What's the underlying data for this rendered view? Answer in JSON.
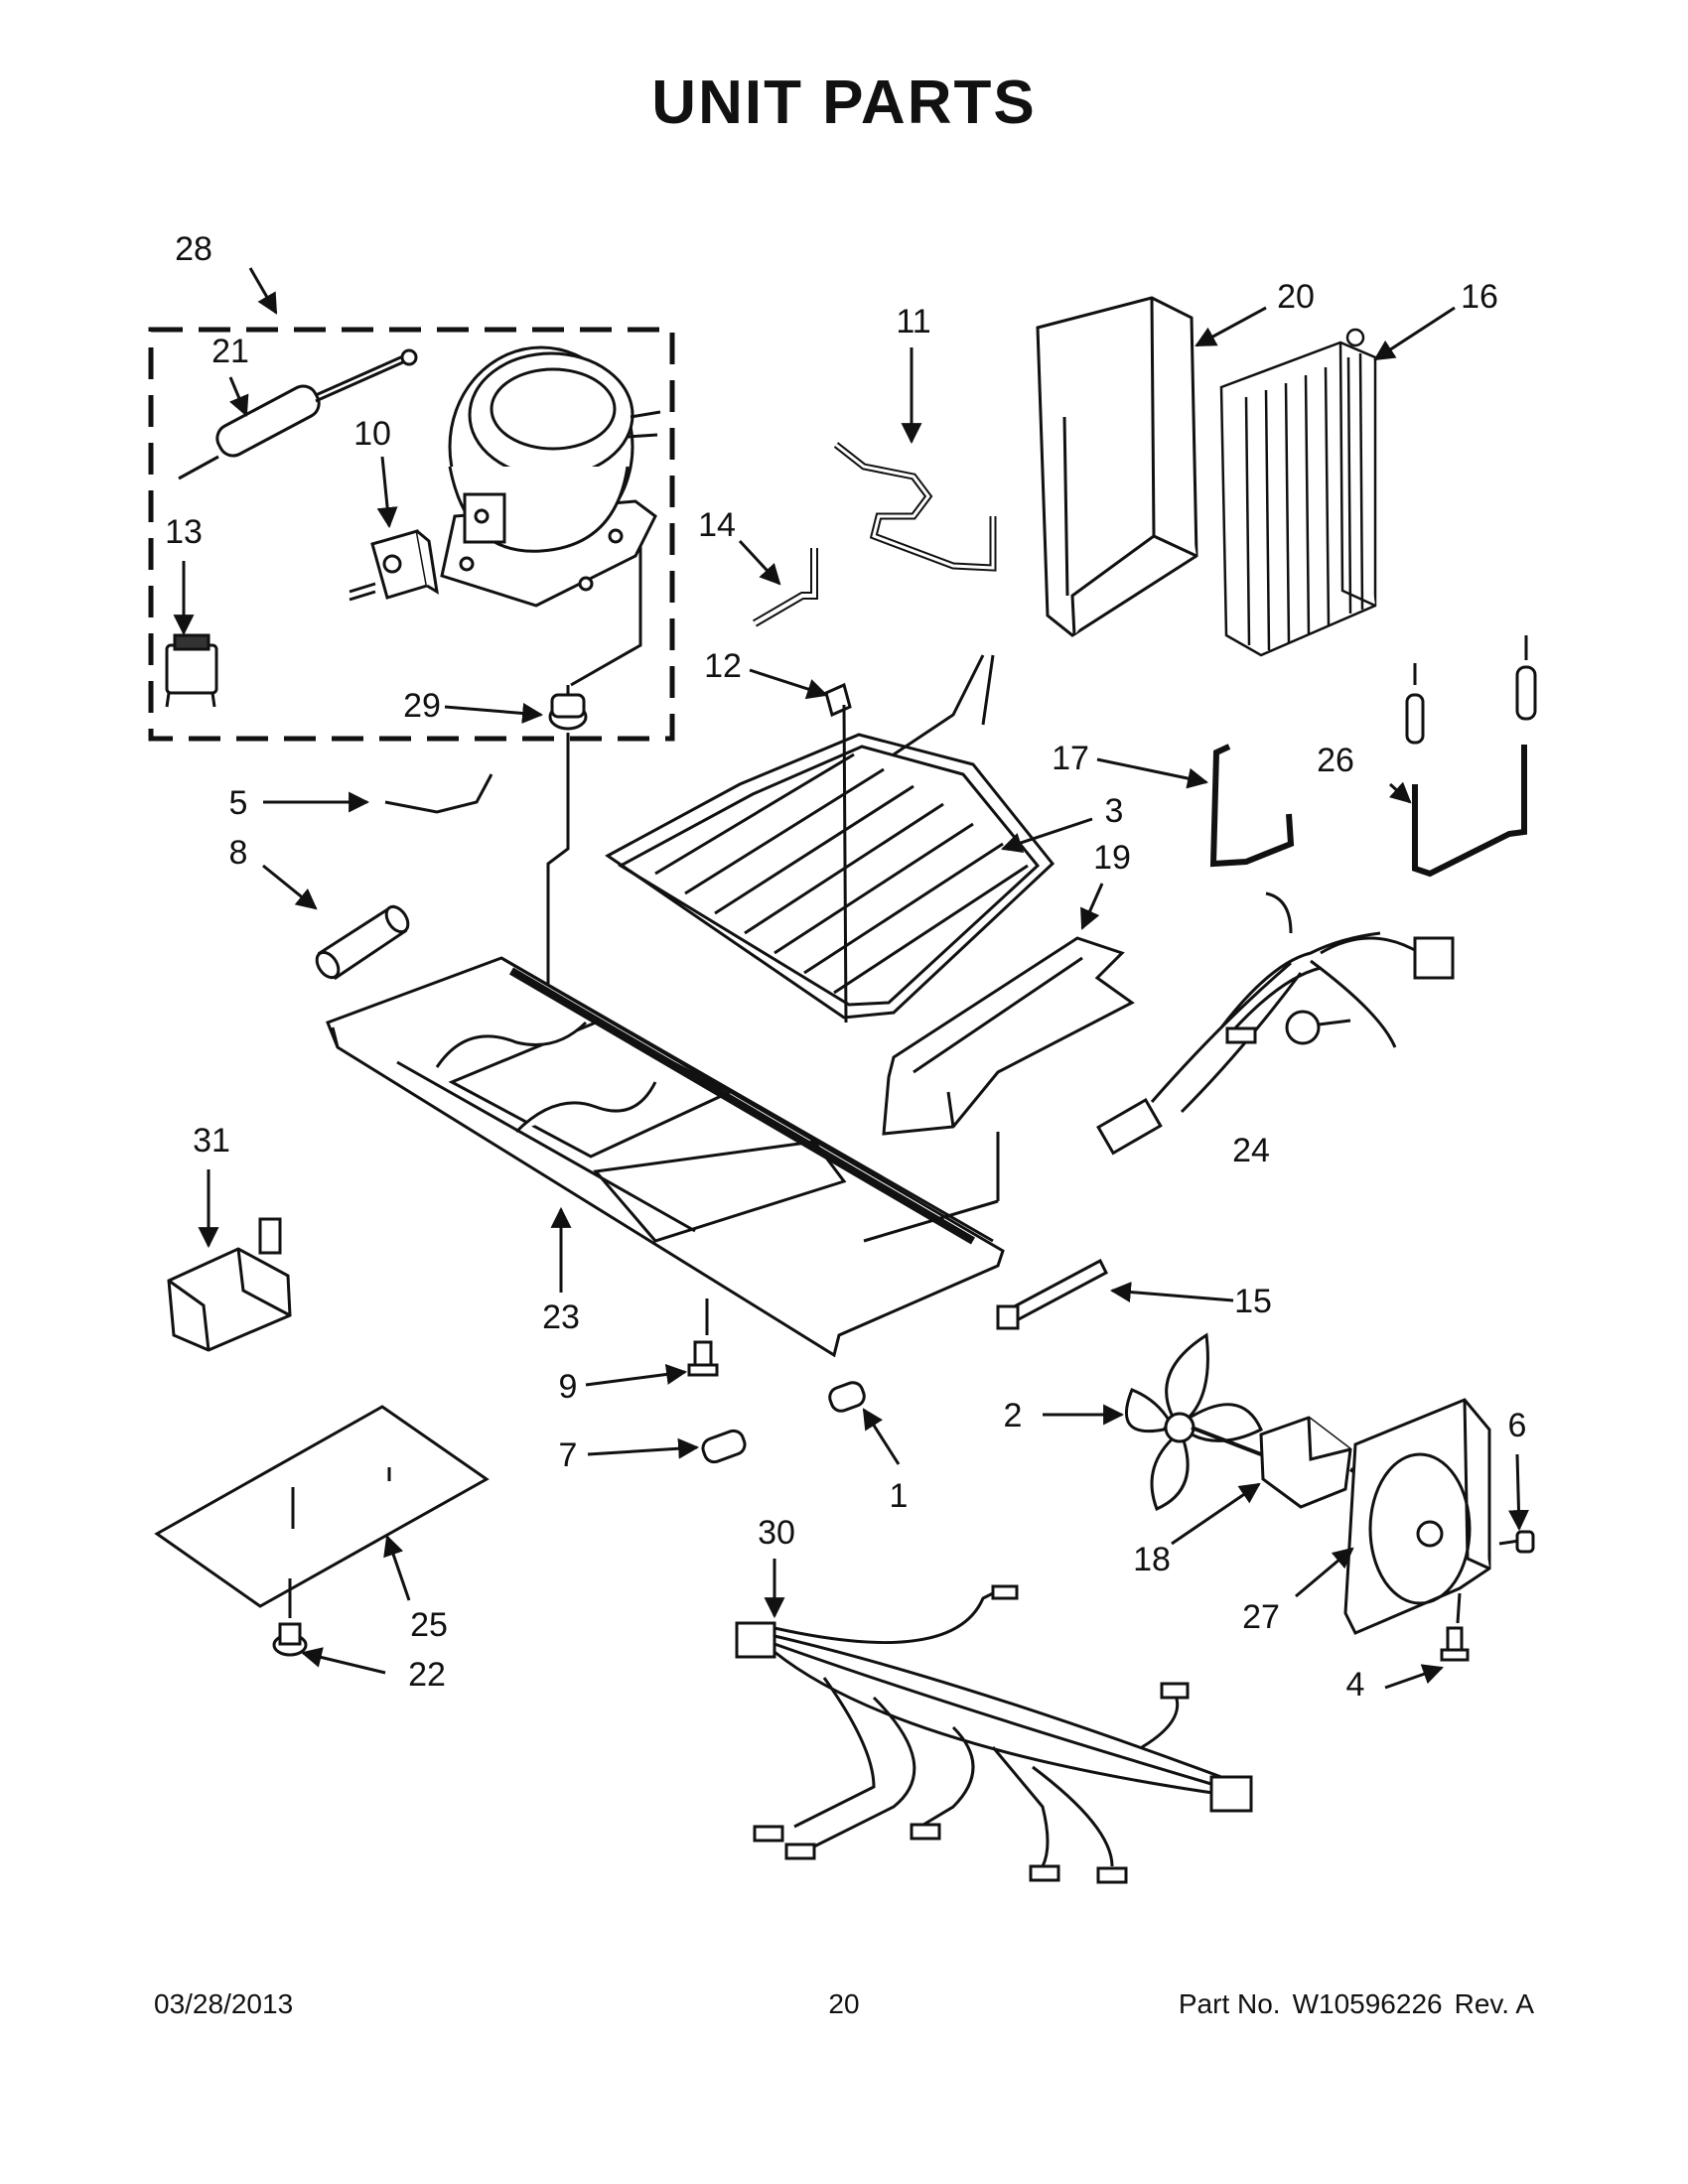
{
  "title": "UNIT PARTS",
  "callouts": [
    "1",
    "2",
    "3",
    "4",
    "5",
    "6",
    "7",
    "8",
    "9",
    "10",
    "11",
    "12",
    "13",
    "14",
    "15",
    "16",
    "17",
    "18",
    "19",
    "20",
    "21",
    "22",
    "23",
    "24",
    "25",
    "26",
    "27",
    "28",
    "29",
    "30",
    "31"
  ],
  "footer": {
    "date": "03/28/2013",
    "page": "20",
    "part_label": "Part No.",
    "part_number": "W10596226",
    "revision": "Rev. A"
  }
}
